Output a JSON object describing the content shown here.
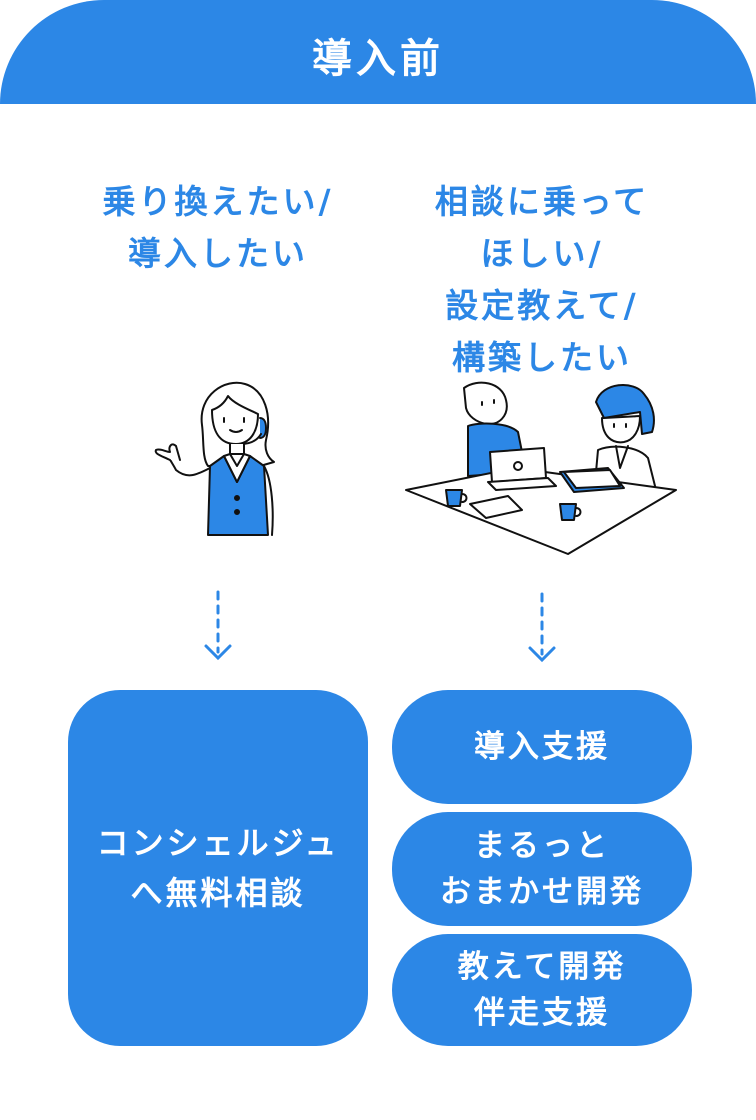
{
  "header": {
    "title": "導入前"
  },
  "needs": {
    "left": {
      "lines": [
        "乗り換えたい/",
        "導入したい"
      ]
    },
    "right": {
      "lines": [
        "相談に乗って",
        "ほしい/",
        "設定教えて/",
        "構築したい"
      ]
    }
  },
  "solutions": {
    "left": {
      "lines": [
        "コンシェルジュ",
        "へ無料相談"
      ]
    },
    "right": [
      {
        "lines": [
          "導入支援"
        ]
      },
      {
        "lines": [
          "まるっと",
          "おまかせ開発"
        ]
      },
      {
        "lines": [
          "教えて開発",
          "伴走支援"
        ]
      }
    ]
  },
  "colors": {
    "accent": "#2c87e6",
    "line": "#111111",
    "background": "#ffffff"
  },
  "icons": {
    "left_illustration": "support-operator-illustration",
    "right_illustration": "consultation-meeting-illustration",
    "arrow": "dashed-down-arrow-icon"
  }
}
